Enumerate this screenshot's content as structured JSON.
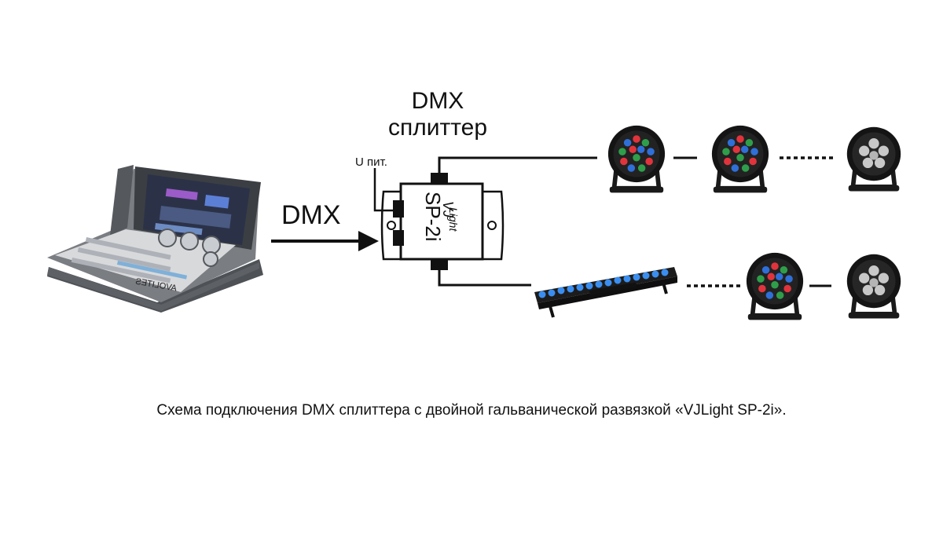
{
  "splitter": {
    "heading_line1": "DMX",
    "heading_line2": "сплиттер",
    "power_label": "U пит.",
    "brand_top": "VJ",
    "brand_bottom": "Light",
    "model": "SP-2i"
  },
  "input_label": "DMX",
  "console_brand": "AVOLITES",
  "caption": "Схема подключения DMX сплиттера с двойной гальванической развязкой «VJLight SP-2i».",
  "colors": {
    "line": "#111111",
    "console_body": "#6a6d72",
    "console_panel": "#d9dadc",
    "fixture_body": "#161616",
    "led_rgb": [
      "#e0343d",
      "#2f9e4a",
      "#2f6fd8"
    ],
    "led_white": "#c8c8c8",
    "bar_led": "#3a8ef0"
  },
  "chain_top": [
    "rgb-par-1",
    "rgb-par-2",
    "white-par-1"
  ],
  "chain_bottom": [
    "led-bar",
    "rgb-par-3",
    "white-par-2"
  ]
}
